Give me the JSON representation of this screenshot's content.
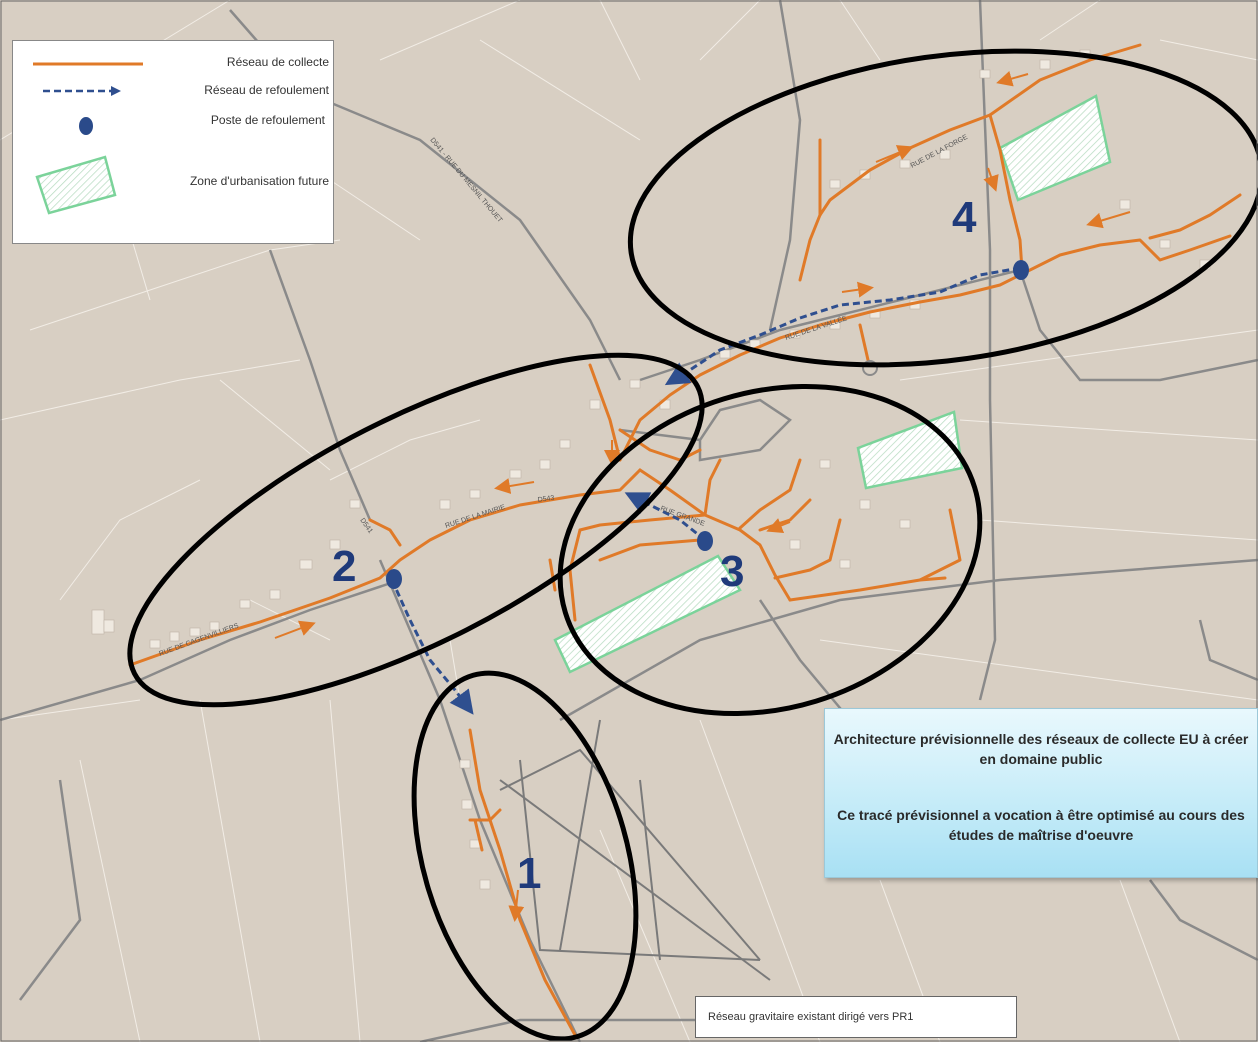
{
  "legend": {
    "items": [
      {
        "label": "Réseau de collecte",
        "symbol": "orange-line",
        "color": "#e07a28"
      },
      {
        "label": "Réseau de refoulement",
        "symbol": "blue-dashed-arrow",
        "color": "#2f4f8f"
      },
      {
        "label": "Poste de refoulement",
        "symbol": "blue-dot",
        "color": "#2a4a8a"
      },
      {
        "label": "Zone d'urbanisation future",
        "symbol": "green-hatched-parcel",
        "color": "#7bd39a"
      }
    ]
  },
  "zones": [
    {
      "number": "1"
    },
    {
      "number": "2"
    },
    {
      "number": "3"
    },
    {
      "number": "4"
    }
  ],
  "info_box": {
    "line1": "Architecture prévisionnelle des réseaux de collecte EU à créer en domaine public",
    "line2": "Ce tracé prévisionnel a vocation à être optimisé au cours des études de maîtrise d'oeuvre"
  },
  "existing_network_label": "Réseau gravitaire existant dirigé vers PR1",
  "streets": {
    "d541_north": "D541 - RUE DU MESNIL THOUET",
    "rue_vallee": "RUE DE LA VALLÉE",
    "rue_forge": "RUE DE LA FORGE",
    "rue_mairie": "RUE DE LA MAIRIE",
    "d543": "D543",
    "rue_cagenvilliers": "RUE DE CAGENVILLIERS",
    "rue_grande": "RUE GRANDE",
    "d541_west": "D541"
  },
  "colors": {
    "background": "#d8cfc3",
    "collection_network": "#e07a28",
    "pressure_network": "#2f4f8f",
    "future_zone": "#7bd39a",
    "zone_number": "#1f3a7a"
  }
}
